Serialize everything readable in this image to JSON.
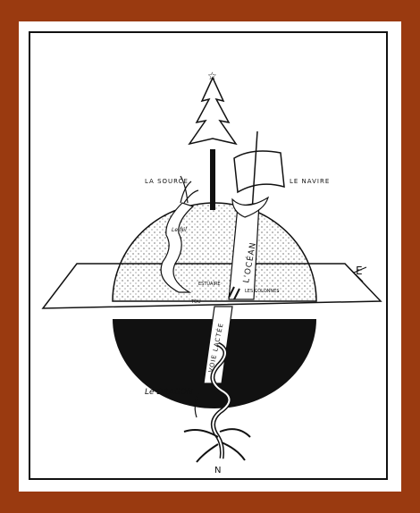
{
  "labels": {
    "la_source": "LA SOURCE",
    "le_navire": "LE NAVIRE",
    "le_nil": "Le Nil",
    "l_ocean": "L'OCÉAN",
    "estuaire": "ESTUAIRE",
    "les_colonnes": "LES COLONNES",
    "tou": "TOU",
    "voie_lactee": "VOIE LACTÉE",
    "le_dragon": "Le DRAGON",
    "e_mark": "E",
    "n_mark": "N"
  },
  "colors": {
    "frame": "#9a3a10",
    "paper": "#ffffff",
    "ink": "#111111"
  }
}
